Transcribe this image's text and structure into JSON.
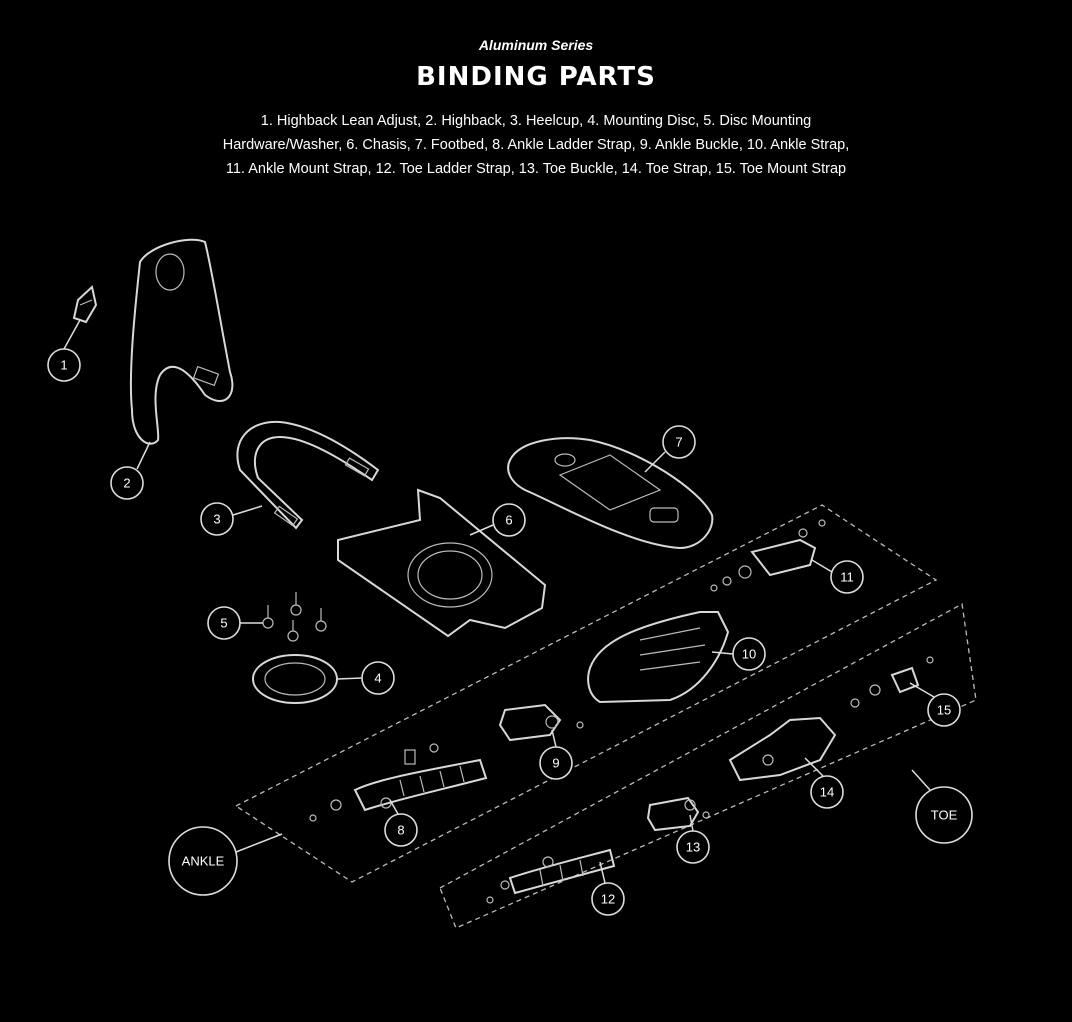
{
  "header": {
    "series": "Aluminum Series",
    "title": "BINDING PARTS",
    "description_lines": [
      "1. Highback Lean Adjust, 2. Highback, 3. Heelcup, 4. Mounting Disc, 5. Disc Mounting",
      "Hardware/Washer, 6. Chasis, 7. Footbed, 8. Ankle Ladder Strap, 9. Ankle Buckle, 10. Ankle Strap,",
      "11. Ankle Mount Strap, 12. Toe Ladder Strap, 13. Toe Buckle, 14. Toe Strap, 15. Toe Mount Strap"
    ]
  },
  "diagram": {
    "callouts": [
      "1",
      "2",
      "3",
      "4",
      "5",
      "6",
      "7",
      "8",
      "9",
      "10",
      "11",
      "12",
      "13",
      "14",
      "15"
    ],
    "groups": {
      "ankle": "ANKLE",
      "toe": "TOE"
    }
  }
}
